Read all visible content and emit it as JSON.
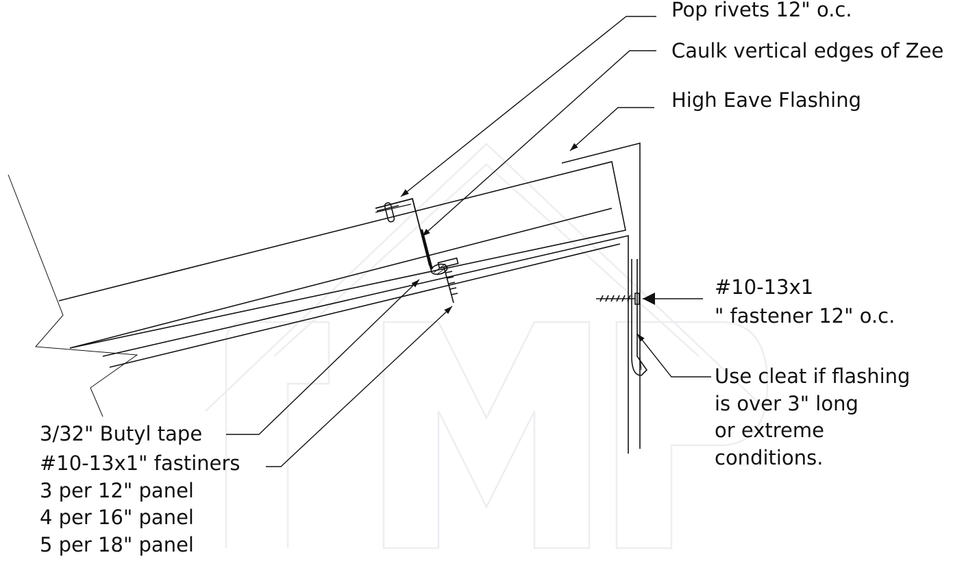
{
  "colors": {
    "line": "#111111",
    "watermark": "#f2f2f4",
    "background": "#ffffff"
  },
  "labels": {
    "pop_rivets": "Pop rivets 12\" o.c.",
    "caulk": "Caulk vertical edges of Zee",
    "high_eave": "High Eave Flashing",
    "fastener_line1": "#10-13x1",
    "fastener_line2": "\" fastener 12\" o.c.",
    "cleat": [
      "Use cleat if flashing",
      "is over 3\" long",
      "or extreme",
      "conditions."
    ],
    "butyl": "3/32\" Butyl tape",
    "fastiners": [
      "#10-13x1\" fastiners",
      "3 per 12\" panel",
      "4 per 16\" panel",
      "5 per 18\" panel"
    ]
  }
}
